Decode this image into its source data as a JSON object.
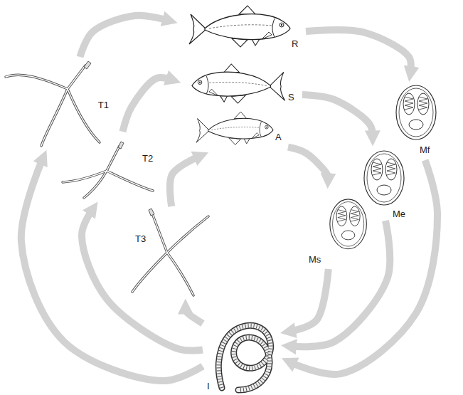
{
  "diagram": {
    "nodes": [
      {
        "text": [
          "R"
        ]
      },
      {
        "text": [
          "S"
        ]
      },
      {
        "text": [
          "A"
        ]
      },
      {
        "text": [
          "T1"
        ]
      },
      {
        "text": [
          "T2"
        ]
      },
      {
        "text": [
          "T3"
        ]
      },
      {
        "text": [
          "Mf"
        ]
      },
      {
        "text": [
          "Me"
        ]
      },
      {
        "text": [
          "Ms"
        ]
      },
      {
        "text": [
          "I"
        ]
      }
    ],
    "edges": [
      {
        "from": 9,
        "to": 3,
        "arrow": "to"
      },
      {
        "from": 9,
        "to": 4,
        "arrow": "to"
      },
      {
        "from": 9,
        "to": 5,
        "arrow": "to"
      },
      {
        "from": 3,
        "to": 0,
        "arrow": "to"
      },
      {
        "from": 4,
        "to": 1,
        "arrow": "to"
      },
      {
        "from": 5,
        "to": 2,
        "arrow": "to"
      },
      {
        "from": 0,
        "to": 6,
        "arrow": "to"
      },
      {
        "from": 1,
        "to": 7,
        "arrow": "to"
      },
      {
        "from": 2,
        "to": 8,
        "arrow": "to"
      },
      {
        "from": 6,
        "to": 9,
        "arrow": "to"
      },
      {
        "from": 7,
        "to": 9,
        "arrow": "to"
      },
      {
        "from": 8,
        "to": 9,
        "arrow": "to"
      }
    ]
  }
}
